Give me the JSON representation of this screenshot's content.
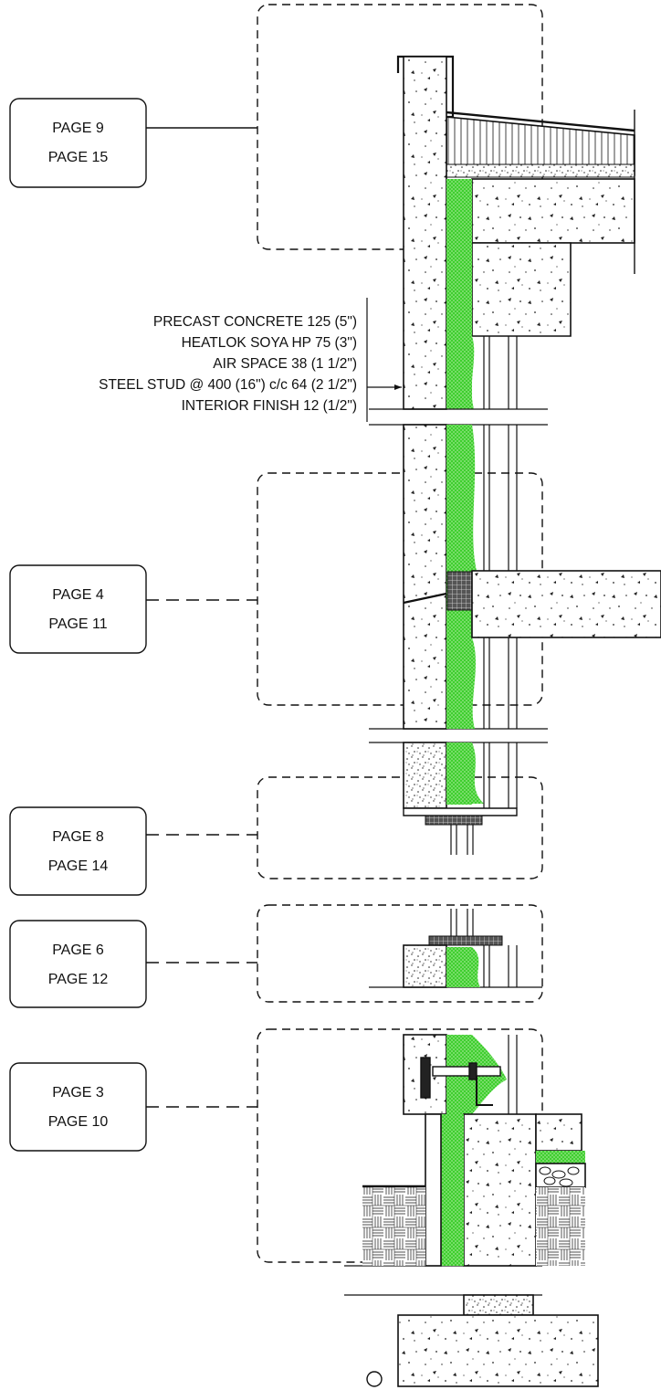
{
  "references": [
    {
      "line1": "PAGE 9",
      "line2": "PAGE 15"
    },
    {
      "line1": "PAGE 4",
      "line2": "PAGE 11"
    },
    {
      "line1": "PAGE 8",
      "line2": "PAGE 14"
    },
    {
      "line1": "PAGE 6",
      "line2": "PAGE 12"
    },
    {
      "line1": "PAGE 3",
      "line2": "PAGE 10"
    }
  ],
  "assembly_layers": [
    "PRECAST CONCRETE 125 (5\")",
    "HEATLOK SOYA HP 75 (3\")",
    "AIR SPACE 38 (1 1/2\")",
    "STEEL STUD @ 400 (16\") c/c 64 (2 1/2\")",
    "INTERIOR FINISH 12 (1/2\")"
  ],
  "colors": {
    "insulation": "#3fce2f",
    "insulation_dots": "#9ee88f",
    "line": "#111111",
    "concrete_fill": "#ffffff"
  }
}
